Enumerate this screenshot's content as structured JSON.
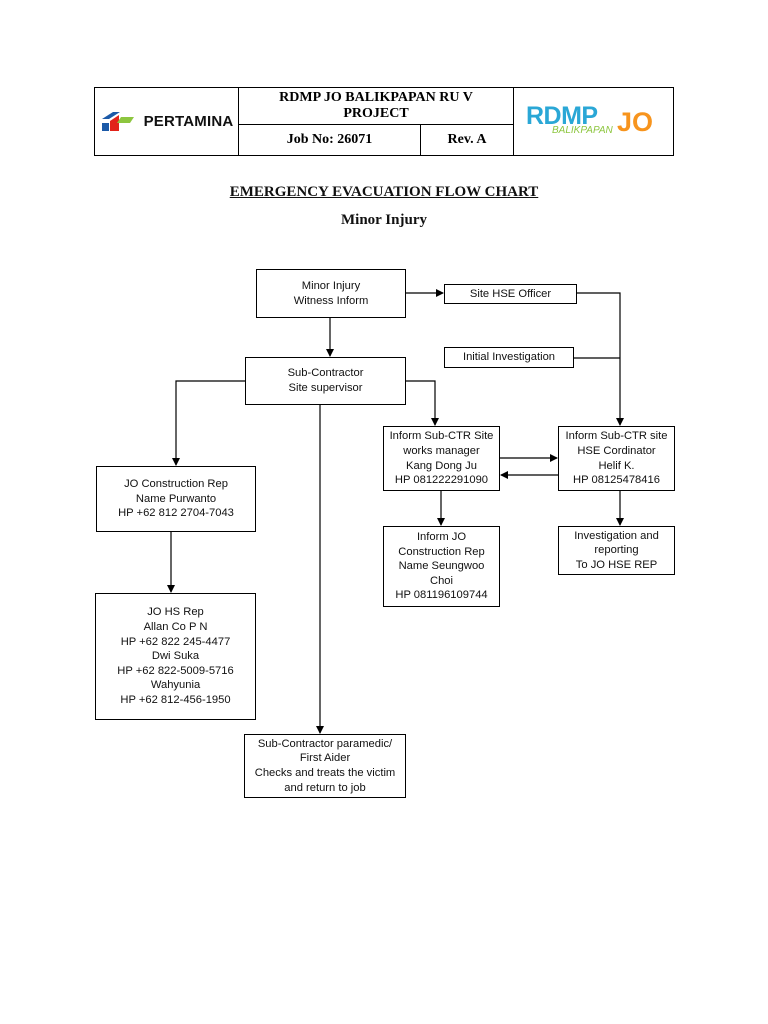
{
  "header": {
    "company_name": "PERTAMINA",
    "project_title": "RDMP JO BALIKPAPAN RU V PROJECT",
    "job_no": "Job No: 26071",
    "rev": "Rev. A",
    "logo_rdmp": "RDMP",
    "logo_balikpapan": "BALIKPAPAN",
    "logo_jo": "JO",
    "colors": {
      "pertamina_red": "#e2231a",
      "pertamina_green": "#8dc63f",
      "pertamina_blue": "#1c5aa8",
      "rdmp_blue": "#2aa7d6",
      "jo_orange": "#f7941d"
    }
  },
  "title": "EMERGENCY EVACUATION FLOW CHART",
  "subtitle": "Minor Injury",
  "nodes": {
    "minor_injury": "Minor Injury\nWitness Inform",
    "site_hse_officer": "Site HSE Officer",
    "initial_investigation": "Initial Investigation",
    "sub_contractor_supervisor": "Sub-Contractor\nSite supervisor",
    "inform_works_manager": "Inform Sub-CTR Site\nworks manager\nKang Dong Ju\nHP 081222291090",
    "inform_hse_coordinator": "Inform Sub-CTR site\nHSE Cordinator\nHelif K.\nHP 08125478416",
    "jo_construction_rep_purwanto": "JO Construction Rep\nName Purwanto\nHP +62 812 2704-7043",
    "inform_jo_construction_rep": "Inform JO\nConstruction Rep\nName Seungwoo\nChoi\nHP 081196109744",
    "investigation_reporting": "Investigation and\nreporting\nTo JO HSE REP",
    "jo_hs_rep": "JO HS Rep\nAllan Co P N\nHP +62 822 245-4477\nDwi Suka\nHP +62 822-5009-5716\nWahyunia\nHP +62 812-456-1950",
    "paramedic": "Sub-Contractor paramedic/\nFirst Aider\nChecks and treats the victim\nand return to job"
  }
}
